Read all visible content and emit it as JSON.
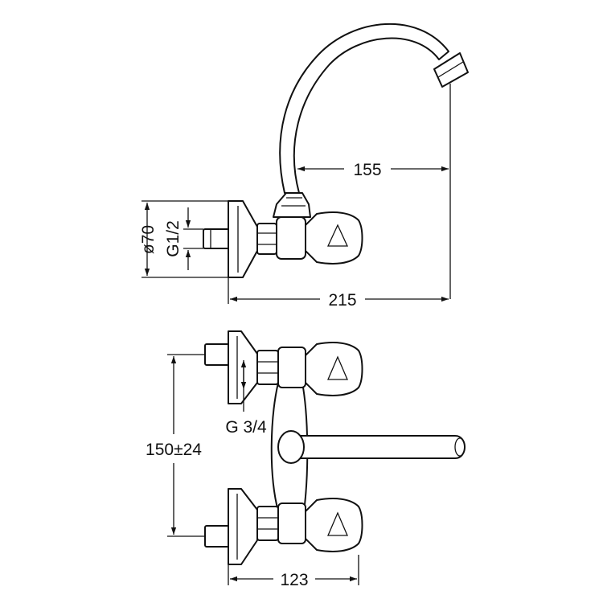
{
  "dimensions": {
    "spout_reach": "155",
    "total_depth": "215",
    "rosette_diameter": "ø70",
    "inlet_thread": "G1/2",
    "outlet_thread": "G 3/4",
    "center_distance": "150±24",
    "wall_depth": "123"
  },
  "colors": {
    "line": "#111111",
    "background": "#ffffff"
  }
}
